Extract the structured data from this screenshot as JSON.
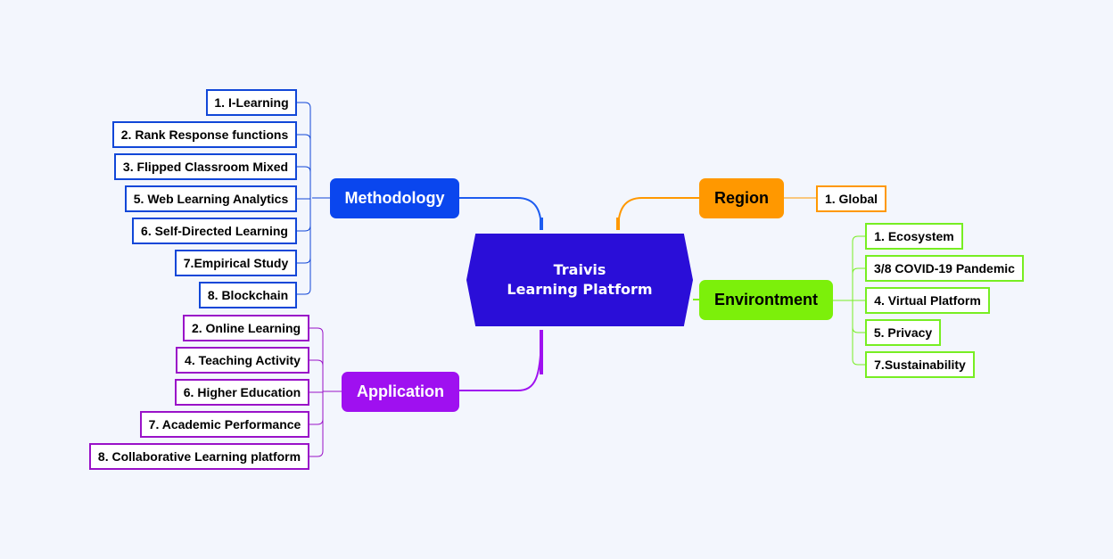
{
  "central": {
    "line1": "Traivis",
    "line2": "Learning Platform"
  },
  "colors": {
    "methodology": "#0a46ee",
    "application": "#9f10f0",
    "region": "#ff9800",
    "environment": "#7cf00a",
    "central": "#2a0ed8"
  },
  "branches": {
    "methodology": {
      "label": "Methodology",
      "items": [
        "1. I-Learning",
        "2. Rank Response functions",
        "3. Flipped Classroom Mixed",
        "5. Web Learning Analytics",
        "6. Self-Directed Learning",
        "7.Empirical Study",
        "8. Blockchain"
      ]
    },
    "application": {
      "label": "Application",
      "items": [
        "2. Online Learning",
        "4. Teaching Activity",
        "6. Higher Education",
        "7. Academic Performance",
        "8. Collaborative Learning platform"
      ]
    },
    "region": {
      "label": "Region",
      "items": [
        "1. Global"
      ]
    },
    "environment": {
      "label": "Environtment",
      "items": [
        "1. Ecosystem",
        "3/8 COVID-19 Pandemic",
        "4. Virtual Platform",
        "5. Privacy",
        "7.Sustainability"
      ]
    }
  }
}
